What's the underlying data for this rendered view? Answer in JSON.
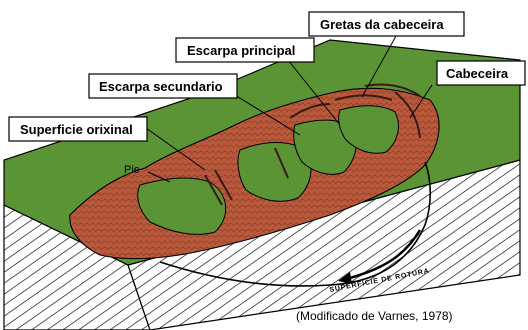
{
  "labels": {
    "gretas": "Gretas da cabeceira",
    "escarpa_principal": "Escarpa principal",
    "escarpa_secundario": "Escarpa secundario",
    "cabeceira": "Cabeceira",
    "superficie": "Superficie orixinal",
    "pie": "Pie"
  },
  "surface_text": "SUPERFICIE DE ROTURA",
  "caption": "(Modificado de Varnes, 1978)",
  "colors": {
    "grass": "#5b9434",
    "soil": "#b9593c",
    "soil_dark": "#6e2a1c",
    "rock_lines": "#000000"
  }
}
